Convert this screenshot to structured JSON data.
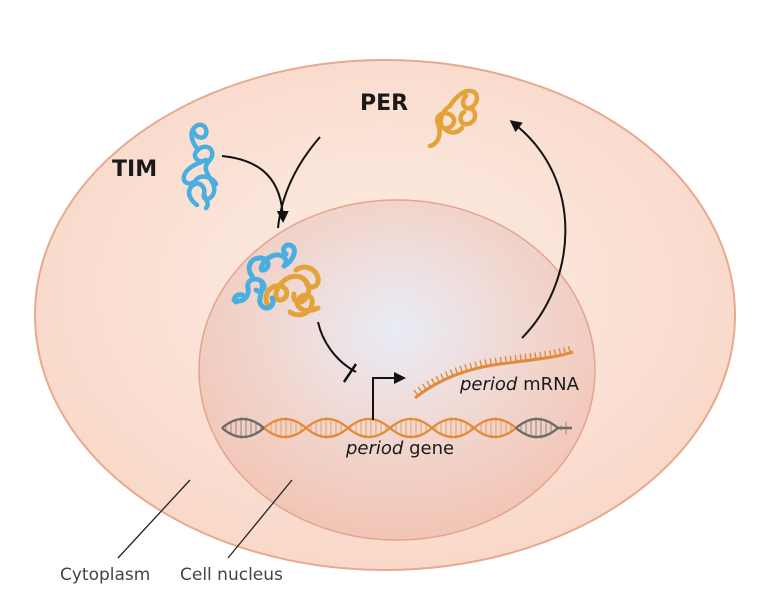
{
  "labels": {
    "tim": "TIM",
    "per": "PER",
    "mrna_italic": "period",
    "mrna_suffix": " mRNA",
    "gene_italic": "period",
    "gene_suffix": " gene",
    "cytoplasm": "Cytoplasm",
    "nucleus": "Cell nucleus"
  },
  "colors": {
    "cytoplasm_fill": "#fbe3d8",
    "cytoplasm_edge": "#e7a98f",
    "nucleus_fill": "#f4ccbe",
    "nucleus_center": "#e9ecf6",
    "tim_protein": "#4aaee0",
    "per_protein": "#e3a33a",
    "mrna": "#e08a3a",
    "dna_orange": "#e08a3a",
    "dna_gray": "#6b6b6b",
    "arrow": "#111111"
  }
}
